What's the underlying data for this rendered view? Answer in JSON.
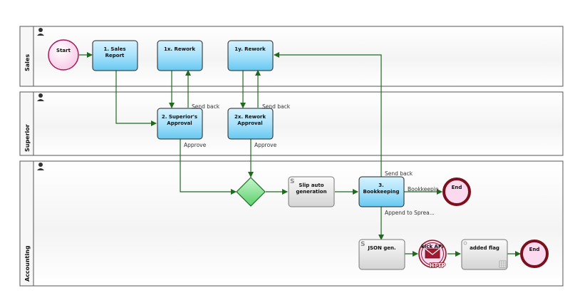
{
  "lanes": [
    {
      "id": "sales",
      "label": "Sales"
    },
    {
      "id": "superior",
      "label": "Superior"
    },
    {
      "id": "accounting",
      "label": "Accounting"
    }
  ],
  "nodes": {
    "start": {
      "label": "Start"
    },
    "sales_report": {
      "line1": "1. Sales",
      "line2": "Report"
    },
    "rework_1x": {
      "line1": "1x. Rework"
    },
    "rework_1y": {
      "line1": "1y. Rework"
    },
    "superior_approval": {
      "line1": "2. Superior's",
      "line2": "Approval"
    },
    "rework_approval_2x": {
      "line1": "2x. Rework",
      "line2": "Approval"
    },
    "slip_auto_generation": {
      "line1": "Slip auto",
      "line2": "generation"
    },
    "bookkeeping": {
      "line1": "3.",
      "line2": "Bookkeeping"
    },
    "end_top": {
      "label": "End"
    },
    "json_gen": {
      "line1": "JSON gen."
    },
    "kick_api": {
      "line1": "kick API",
      "badge": "HTTP"
    },
    "added_flag": {
      "line1": "added flag"
    },
    "end_bottom": {
      "label": "End"
    }
  },
  "flow_labels": {
    "send_back_1": "Send back",
    "send_back_2": "Send back",
    "approve_1": "Approve",
    "approve_2": "Approve",
    "send_back_3": "Send back",
    "bookkeeping_out": "Bookkeepin",
    "append": "Append to Sprea..."
  },
  "colors": {
    "edge": "#1e6b1e",
    "task_blue": "#8fd8f5",
    "task_gray": "#e0e0e0",
    "gateway": "#7ee08a",
    "start_fill": "#fbd9ef",
    "end_stroke": "#7a0f1e"
  }
}
